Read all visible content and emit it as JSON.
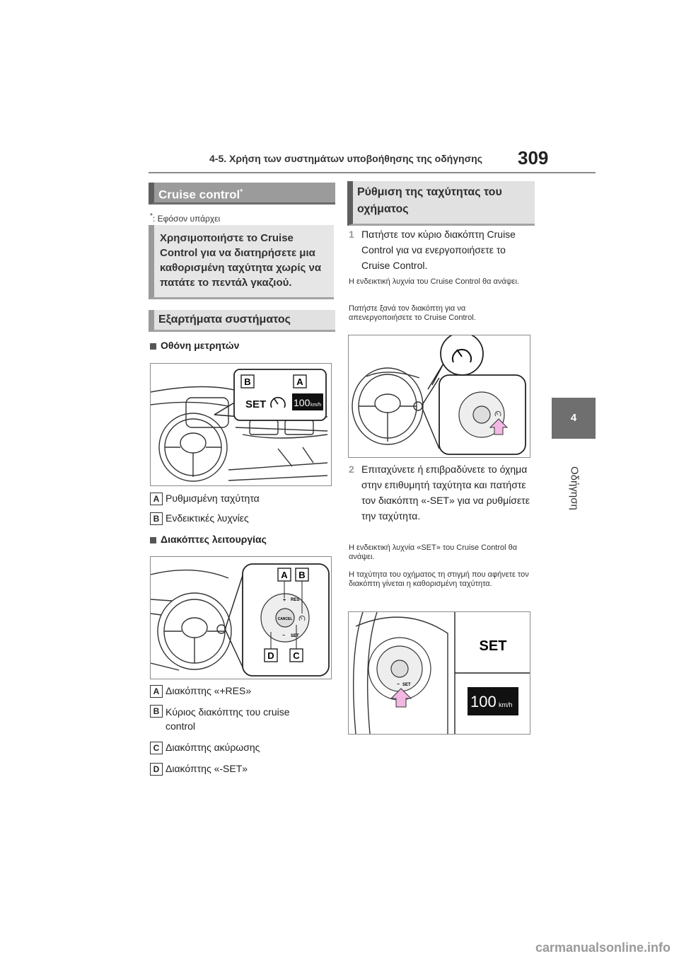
{
  "header": {
    "title": "4-5. Χρήση των συστημάτων υποβοήθησης της οδήγησης",
    "page_number": "309"
  },
  "side_tab": {
    "chapter": "4",
    "label": "Οδήγηση"
  },
  "left": {
    "section_title": "Cruise control",
    "section_title_sup": "*",
    "footnote_sup": "*",
    "footnote": ": Εφόσον υπάρχει",
    "intro": "Χρησιμοποιήστε το Cruise Control για να διατηρήσετε μια καθορισμένη ταχύτητα χωρίς να πατάτε το πεντάλ γκαζιού.",
    "components_title": "Εξαρτήματα συστήματος",
    "gauge_heading": "Οθόνη μετρητών",
    "gauge_figure": {
      "callout_b": "B",
      "callout_a": "A",
      "set_label": "SET",
      "speed_value": "100",
      "speed_unit": "km/h"
    },
    "gauge_items": [
      {
        "letter": "A",
        "text": "Ρυθμισμένη ταχύτητα"
      },
      {
        "letter": "B",
        "text": "Ενδεικτικές λυχνίες"
      }
    ],
    "switch_heading": "Διακόπτες λειτουργίας",
    "switch_figure": {
      "callouts": [
        "A",
        "B",
        "D",
        "C"
      ],
      "res_label": "RES",
      "cancel_label": "CANCEL",
      "set_label": "SET"
    },
    "switch_items": [
      {
        "letter": "A",
        "text": "Διακόπτης «+RES»"
      },
      {
        "letter": "B",
        "text": "Κύριος διακόπτης του cruise control"
      },
      {
        "letter": "C",
        "text": "Διακόπτης ακύρωσης"
      },
      {
        "letter": "D",
        "text": "Διακόπτης «-SET»"
      }
    ]
  },
  "right": {
    "section_title": "Ρύθμιση της ταχύτητας του οχήματος",
    "step1_num": "1",
    "step1": "Πατήστε τον κύριο διακόπτη Cruise Control για να ενεργοποιήσετε το Cruise Control.",
    "note1": "Η ενδεικτική λυχνία του Cruise Control θα ανάψει.",
    "note2": "Πατήστε ξανά τον διακόπτη για να απενεργοποιήσετε το Cruise Control.",
    "step2_num": "2",
    "step2": "Επιταχύνετε ή επιβραδύνετε το όχημα στην επιθυμητή ταχύτητα και πατήστε τον διακόπτη «-SET» για να ρυθμίσετε την ταχύτητα.",
    "note3": "Η ενδεικτική λυχνία «SET» του Cruise Control θα ανάψει.",
    "note4": "Η ταχύτητα του οχήματος τη στιγμή που αφήνετε τον διακόπτη γίνεται η καθορισμένη ταχύτητα.",
    "fig3": {
      "set_label": "SET",
      "speed_value": "100",
      "speed_unit": "km/h",
      "switch_label": "SET"
    }
  },
  "watermark": "carmanualsonline.info",
  "colors": {
    "header_bar": "#9b9b9b",
    "section_bg": "#e1e1e1",
    "tab": "#6f6f6f",
    "arrow": "#f2b8e3"
  }
}
